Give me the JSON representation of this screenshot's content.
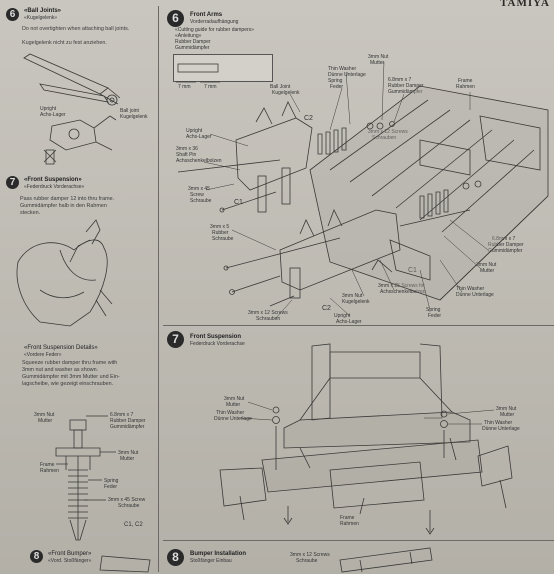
{
  "brand": "TAMIYA",
  "left": {
    "s6": {
      "num": "6",
      "title": "«Ball Joints»",
      "subtitle": "«Kugelgelenk»",
      "note_en": "Do not overtighten when attaching ball joints.",
      "note_de": "Kugelgelenk nicht zu fest anziehen.",
      "lbl_upright": "Upright",
      "lbl_upright_de": "Achs-Lager",
      "lbl_ball": "Ball joint",
      "lbl_ball_de": "Kugelgelenk"
    },
    "s7": {
      "num": "7",
      "title": "«Front Suspension»",
      "subtitle": "«Federdruck Vorderachse»",
      "p1": "Pass rubber damper 12 into thru frame.",
      "p2": "Gummidämpfer halb in den Rahmen",
      "p3": "stecken.",
      "detail_title": "«Front Suspension Details»",
      "detail_sub": "«Vordere Feder»",
      "d1": "Squeeze rubber damper thru frame with",
      "d2": "3mm nut and washer as shown.",
      "d3": "Gummidämpfer mit 3mm Mutter und Ein-",
      "d4": "lagscheibe, wie gezeigt einschrauben.",
      "nut": "3mm Nut",
      "nut_de": "Mutter",
      "frame": "Frame",
      "frame_de": "Rahmen",
      "damper": "6.8mm x 7",
      "damper2": "Rubber Damper",
      "damper_de": "Gummidämpfer",
      "nut2": "3mm Nut",
      "nut2_de": "Mutter",
      "spring": "Spring",
      "spring_de": "Feder",
      "screw": "3mm x 45 Screw",
      "screw_de": "Schraube",
      "cc": "C1, C2"
    },
    "s8": {
      "num": "8",
      "title": "«Front Bumper»",
      "subtitle": "«Vord. Stoßfänger»"
    }
  },
  "right": {
    "s6": {
      "num": "6",
      "title": "Front Arms",
      "subtitle": "Vorderradaufhängung",
      "cut1": "«Cutting guide for rubber dampers»",
      "cut2": "«Anleitung»",
      "cut3": "Rubber Damper",
      "cut4": "Gummidämpfer",
      "dim1": "7 mm",
      "dim2": "7 mm",
      "ball": "Ball Joint",
      "ball_de": "Kugelgelenk",
      "thin": "Thin Washer",
      "thin_de": "Dünne Unterlage",
      "nut": "3mm Nut",
      "nut_de": "Mutter",
      "rdamp": "6.8mm x 7",
      "rdamp2": "Rubber Damper",
      "rdamp_de": "Gummidämpfer",
      "frame": "Frame",
      "frame_de": "Rahmen",
      "spring": "Spring",
      "spring_de": "Feder",
      "c2": "C2",
      "upright": "Upright",
      "upright_de": "Achs-Lager",
      "pin": "3mm x 36",
      "pin2": "Shaft Pin",
      "pin_de": "Achsschenkelbolzen",
      "screw12": "3mm x 12 Screws",
      "screw12_de": "Schrauben",
      "screw45": "3mm x 45",
      "screw45b": "Screw",
      "screw45_de": "Schraube",
      "c1": "C1",
      "nut3": "3mm x 5",
      "nut3b": "Rubber",
      "nut3_de": "Schraube",
      "rd2": "6.8mm x 7",
      "rd2b": "Rubber Damper",
      "rd2_de": "Gummidämpfer",
      "nut3mm": "3mm Nut",
      "nut3mm_de": "Mutter",
      "thin2": "Thin Washer",
      "thin2_de": "Dünne Unterlage",
      "c1b": "C1",
      "bj2": "3mm Nut",
      "bj2b": "Kugelgelenk",
      "s25": "3mm x 25 Screws for",
      "s25b": "Achsschenkelbolzen",
      "spring2": "Spring",
      "spring2_de": "Feder",
      "scr12": "3mm x 12 Screws",
      "scr12_de": "Schrauben",
      "c2b": "C2",
      "upr2": "Upright",
      "upr2_de": "Achs-Lager"
    },
    "s7": {
      "num": "7",
      "title": "Front Suspension",
      "subtitle": "Federdruck Vorderachse",
      "nut": "3mm Nut",
      "nut_de": "Mutter",
      "thin": "Thin Washer",
      "thin_de": "Dünne Unterlage",
      "nut_r": "3mm Nut",
      "nut_r_de": "Mutter",
      "thin_r": "Thin Washer",
      "thin_r_de": "Dünne Unterlage",
      "frame": "Frame",
      "frame_de": "Rahmen"
    },
    "s8": {
      "num": "8",
      "title": "Bumper Installation",
      "subtitle": "Stoßfänger Einbau",
      "screw": "3mm x 12 Screws",
      "screw_de": "Schraube"
    }
  }
}
